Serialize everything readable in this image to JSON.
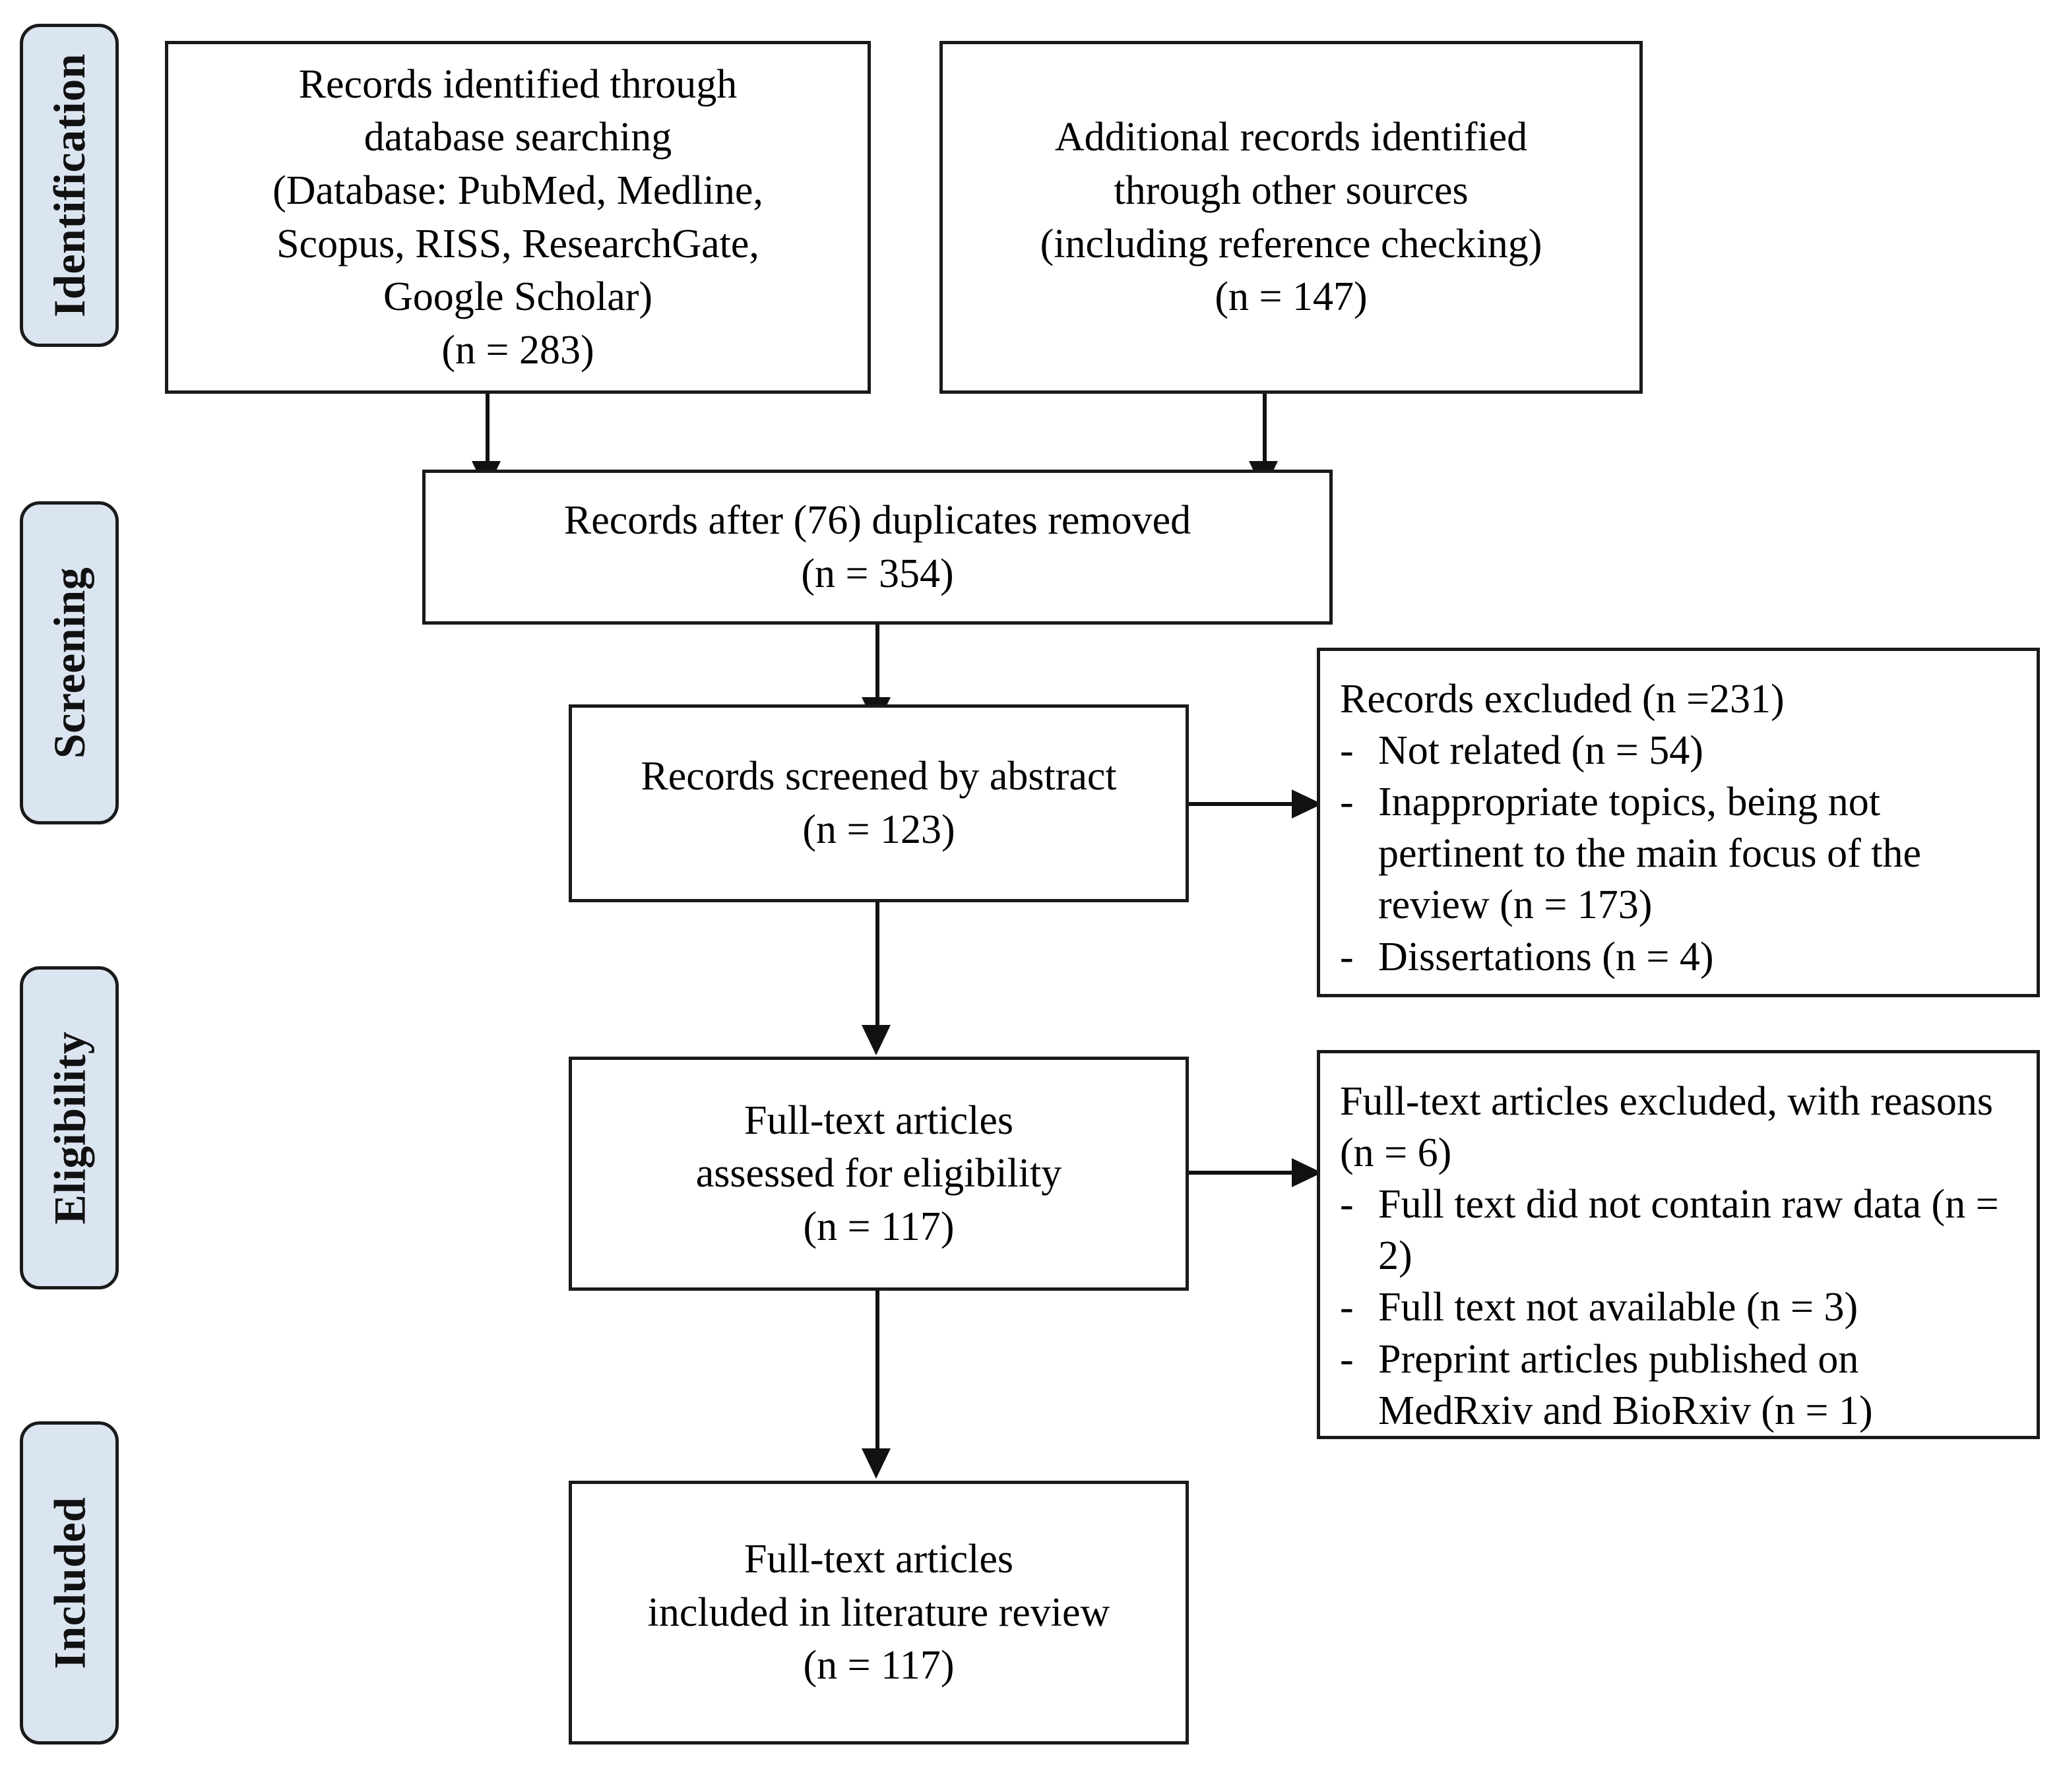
{
  "diagram": {
    "title": "PRISMA flow diagram",
    "type": "prisma-flowchart",
    "colors": {
      "stage_label_fill": "#dbe5f1",
      "stage_label_border": "#1a1a1a",
      "box_border": "#1a1a1a",
      "box_fill": "#ffffff",
      "connector": "#111111",
      "text": "#000000"
    }
  },
  "stages": [
    {
      "id": "identification",
      "label": "Identification"
    },
    {
      "id": "screening",
      "label": "Screening"
    },
    {
      "id": "eligibility",
      "label": "Eligibility"
    },
    {
      "id": "included",
      "label": "Included"
    }
  ],
  "boxes": {
    "records_database": {
      "lines": [
        "Records identified through",
        "database searching",
        "(Database: PubMed, Medline,",
        "Scopus, RISS, ResearchGate,",
        "Google Scholar)",
        "(n = 283)"
      ],
      "n": 283
    },
    "records_other": {
      "lines": [
        "Additional records identified",
        "through other sources",
        "(including reference checking)",
        "(n = 147)"
      ],
      "n": 147
    },
    "duplicates_removed": {
      "lines": [
        "Records after (76) duplicates removed",
        "(n = 354)"
      ],
      "duplicates": 76,
      "n": 354
    },
    "screened_abstract": {
      "lines": [
        "Records screened by abstract",
        "(n = 123)"
      ],
      "n": 123
    },
    "records_excluded": {
      "head": "Records excluded  (n =231)",
      "n": 231,
      "items": [
        {
          "dash": "-",
          "text": "Not related (n = 54)",
          "n": 54
        },
        {
          "dash": "-",
          "text": "Inappropriate topics, being not pertinent to the main focus of the review (n = 173)",
          "n": 173
        },
        {
          "dash": "-",
          "text": "Dissertations (n = 4)",
          "n": 4
        }
      ]
    },
    "fulltext_assessed": {
      "lines": [
        "Full-text articles",
        "assessed for eligibility",
        "(n = 117)"
      ],
      "n": 117
    },
    "fulltext_excluded": {
      "head": "Full-text articles excluded, with reasons (n = 6)",
      "n": 6,
      "items": [
        {
          "dash": "-",
          "text": "Full text did not contain raw data (n = 2)",
          "n": 2
        },
        {
          "dash": "-",
          "text": "Full text not available (n = 3)",
          "n": 3
        },
        {
          "dash": "-",
          "text": "Preprint articles published on MedRxiv and BioRxiv (n = 1)",
          "n": 1
        }
      ]
    },
    "fulltext_included": {
      "lines": [
        "Full-text articles",
        "included in literature review",
        "(n = 117)"
      ],
      "n": 117
    }
  }
}
